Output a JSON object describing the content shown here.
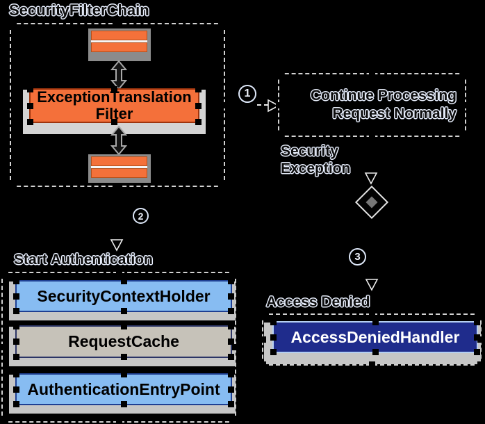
{
  "colors": {
    "background": "#000000",
    "filter_orange": "#f4703a",
    "component_blue": "#87bcf2",
    "cache_tan": "#c6c2b9",
    "handler_navy": "#1f2c8c",
    "shadow_gray": "#c6c6c6",
    "dash_gray": "#d2d2d2"
  },
  "filter_chain": {
    "label": "SecurityFilterChain",
    "exception_filter": {
      "line1": "ExceptionTranslation",
      "line2": "Filter"
    }
  },
  "steps": {
    "one": "1",
    "two": "2",
    "three": "3"
  },
  "continue_processing": {
    "line1": "Continue Processing",
    "line2": "Request Normally"
  },
  "security_exception": {
    "line1": "Security",
    "line2": "Exception"
  },
  "start_authentication": {
    "label": "Start Authentication",
    "components": [
      "SecurityContextHolder",
      "RequestCache",
      "AuthenticationEntryPoint"
    ]
  },
  "access_denied": {
    "label": "Access Denied",
    "handler": "AccessDeniedHandler"
  }
}
